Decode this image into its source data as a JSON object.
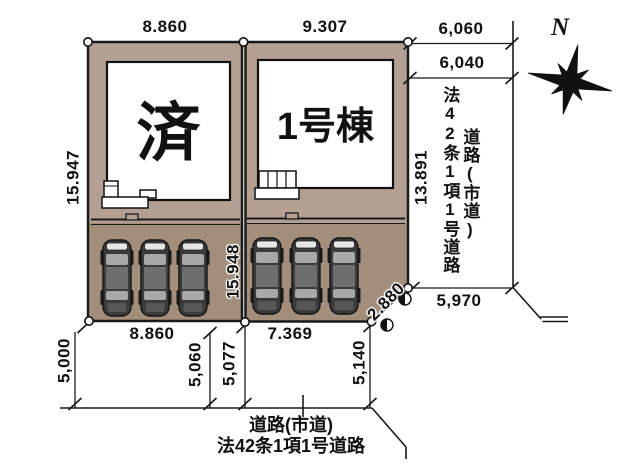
{
  "compass": {
    "north_label": "N"
  },
  "lots": {
    "left": {
      "building_label": "済",
      "dim_top": "8.860",
      "dim_left": "15.947",
      "dim_bottom": "8.860",
      "parking_spaces": 3
    },
    "right": {
      "building_label": "1号棟",
      "dim_top": "9.307",
      "dim_right": "13.891",
      "dim_boundary": "15.948",
      "dim_bottom": "7.369",
      "dim_corner_cut": "2.880",
      "parking_spaces": 3
    }
  },
  "east_road": {
    "dim_width_top": "6,060",
    "dim_width_mid": "6,040",
    "dim_width_bottom": "5,970",
    "type_label": "道路(市道)",
    "law_label": "法42条1項1号道路"
  },
  "south_road": {
    "dims": [
      "5,000",
      "5,060",
      "5,077",
      "5,140"
    ],
    "type_label": "道路(市道)",
    "law_label": "法42条1項1号道路"
  },
  "colors": {
    "lot_fill": "#b3a093",
    "parking_fill": "#a28e7b",
    "building_fill": "#ffffff",
    "line": "#1a1a1a"
  }
}
